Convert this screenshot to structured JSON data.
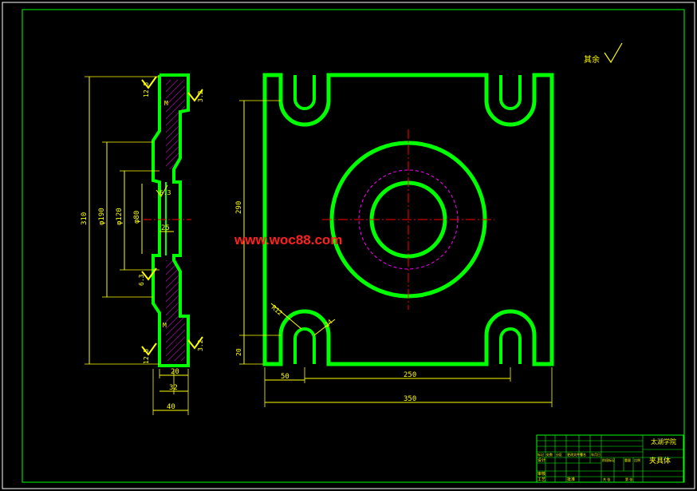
{
  "watermark": "www.woc88.com",
  "surface_note": "其余",
  "title_block": {
    "school": "太湖学院",
    "part_name": "夹具体",
    "small_labels": [
      "标记",
      "处数",
      "分区",
      "更改文件号",
      "签名",
      "年月日",
      "设计",
      "审核",
      "工艺",
      "批准",
      "阶段标记",
      "重量",
      "比例",
      "共 张",
      "第 张"
    ]
  },
  "side_view": {
    "overall_height": "310",
    "dia_large": "φ190",
    "dia_mid": "φ120",
    "dia_small": "φ80",
    "inner_depth": "25",
    "width_a": "20",
    "width_b": "32",
    "width_c": "40",
    "chamfer_top": "12.5",
    "chamfer_bottom": "12.5",
    "rough_a": "6.3",
    "rough_b": "6.3",
    "rough_c": "3.2",
    "rough_d": "3.2",
    "thread_a": "M",
    "thread_b": "M"
  },
  "front_view": {
    "slot_spacing_v": "290",
    "edge_offset_v": "20",
    "edge_offset_h": "50",
    "slot_spacing_h": "250",
    "overall_width": "350",
    "slot_radius": "R12",
    "slot_width": "24"
  },
  "colors": {
    "outline": "#00ff00",
    "dimension": "#ffff00",
    "centerline": "#ff0000",
    "hidden": "#ff00ff",
    "hatch": "#ff00ff",
    "watermark": "#ff2020",
    "frame": "#00ff00"
  }
}
